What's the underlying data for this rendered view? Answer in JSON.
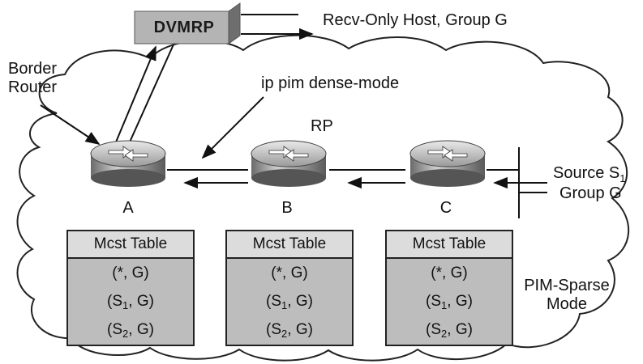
{
  "dvmrp": {
    "label": "DVMRP"
  },
  "recv_host": {
    "label": "Recv-Only Host, Group G"
  },
  "border_router": {
    "line1": "Border",
    "line2": "Router"
  },
  "pim_dense": {
    "label": "ip pim dense-mode"
  },
  "rp": {
    "label": "RP"
  },
  "routers": [
    {
      "id": "A"
    },
    {
      "id": "B"
    },
    {
      "id": "C"
    }
  ],
  "source": {
    "line1_prefix": "Source S",
    "line1_sub": "1",
    "line2": "Group G"
  },
  "pim_sparse": {
    "line1": "PIM-Sparse",
    "line2": "Mode"
  },
  "tables": [
    {
      "header": "Mcst Table",
      "rows": [
        {
          "pre": "(*, G)",
          "sub": "",
          "post": ""
        },
        {
          "pre": "(S",
          "sub": "1",
          "post": ", G)"
        },
        {
          "pre": "(S",
          "sub": "2",
          "post": ", G)"
        }
      ]
    },
    {
      "header": "Mcst Table",
      "rows": [
        {
          "pre": "(*, G)",
          "sub": "",
          "post": ""
        },
        {
          "pre": "(S",
          "sub": "1",
          "post": ", G)"
        },
        {
          "pre": "(S",
          "sub": "2",
          "post": ", G)"
        }
      ]
    },
    {
      "header": "Mcst Table",
      "rows": [
        {
          "pre": "(*, G)",
          "sub": "",
          "post": ""
        },
        {
          "pre": "(S",
          "sub": "1",
          "post": ", G)"
        },
        {
          "pre": "(S",
          "sub": "2",
          "post": ", G)"
        }
      ]
    }
  ],
  "icons": [
    "cloud-icon",
    "router-icon",
    "arrow-icon",
    "box-icon"
  ]
}
